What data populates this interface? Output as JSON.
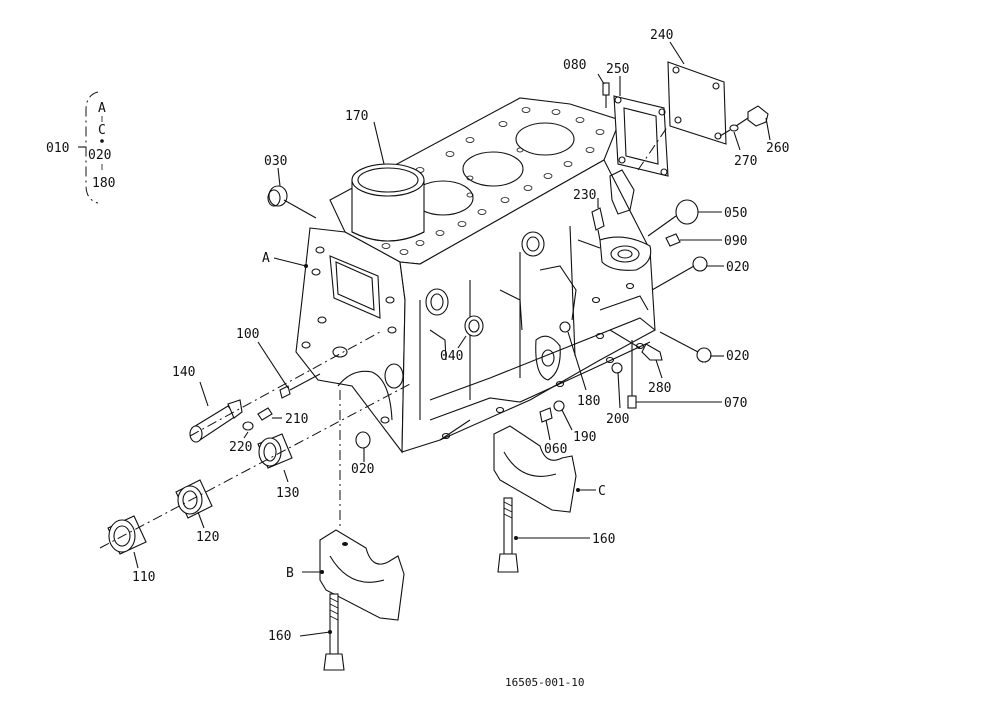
{
  "legend": {
    "main_code": "010",
    "item_a": "A",
    "item_c": "C",
    "item_020": "020",
    "item_180": "180"
  },
  "callouts": {
    "p170": "170",
    "p030": "030",
    "pA": "A",
    "p100": "100",
    "p140": "140",
    "p210": "210",
    "p220": "220",
    "p130": "130",
    "p120": "120",
    "p110": "110",
    "p020_low": "020",
    "pB": "B",
    "p160_low": "160",
    "p040": "040",
    "p180": "180",
    "p190": "190",
    "p060": "060",
    "pC": "C",
    "p160_right": "160",
    "p200": "200",
    "p070": "070",
    "p280": "280",
    "p020_r2": "020",
    "p020_r1": "020",
    "p090": "090",
    "p050": "050",
    "p230": "230",
    "p080": "080",
    "p250": "250",
    "p240": "240",
    "p270": "270",
    "p260": "260"
  },
  "drawing_number": "16505-001-10"
}
